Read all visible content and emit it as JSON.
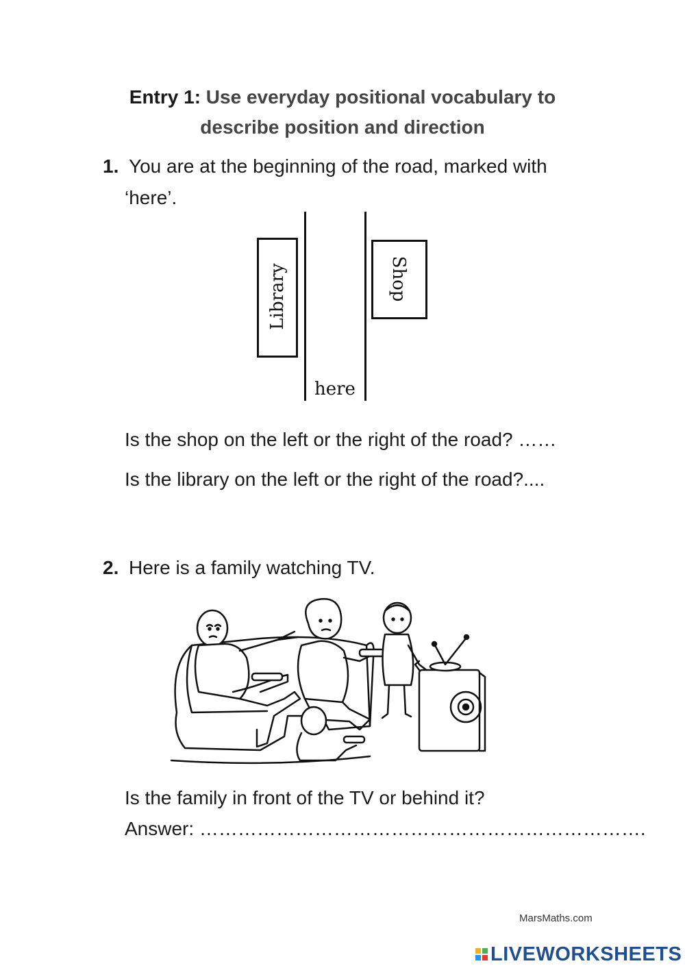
{
  "header": {
    "lead": "Entry 1:",
    "title_line1": "Use everyday positional vocabulary to",
    "title_line2": "describe position and direction"
  },
  "q1": {
    "number": "1.",
    "text_line1": "You are at the beginning of the road, marked with",
    "text_line2": "‘here’.",
    "diagram": {
      "left_building": "Library",
      "right_building": "Shop",
      "start_label": "here"
    },
    "sub1": "Is the shop on the left or the right of the road? ……",
    "sub2": "Is the library on the left or the right of the road?...."
  },
  "q2": {
    "number": "2.",
    "text": "Here is a family watching TV.",
    "sub1": "Is the family in front of the TV or behind it?",
    "answer": "Answer: ……………………………………………………………."
  },
  "footer": {
    "source": "MarsMaths.com",
    "brand": "LIVEWORKSHEETS",
    "brand_colors": [
      "#f2b01e",
      "#4caf50",
      "#2196f3",
      "#e53935"
    ]
  }
}
